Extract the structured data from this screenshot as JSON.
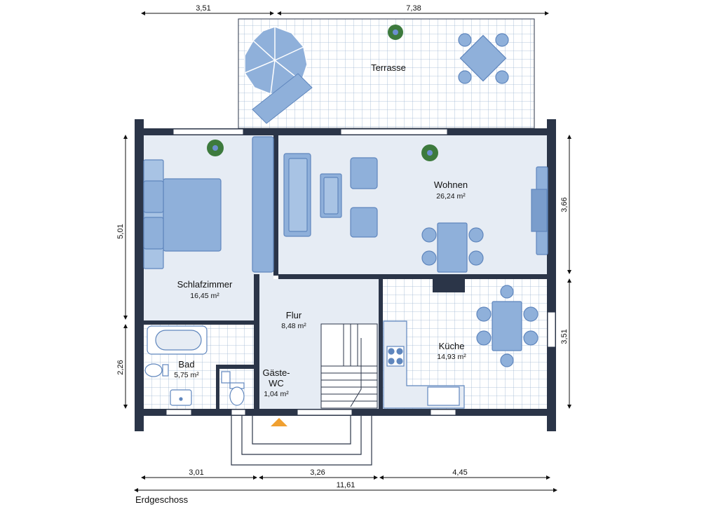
{
  "caption": "Erdgeschoss",
  "rooms": {
    "terrasse": {
      "name": "Terrasse"
    },
    "wohnen": {
      "name": "Wohnen",
      "area": "26,24 m²"
    },
    "schlafzimmer": {
      "name": "Schlafzimmer",
      "area": "16,45 m²"
    },
    "flur": {
      "name": "Flur",
      "area": "8,48 m²"
    },
    "kueche": {
      "name": "Küche",
      "area": "14,93 m²"
    },
    "bad": {
      "name": "Bad",
      "area": "5,75 m²"
    },
    "gaeste_wc": {
      "name_line1": "Gäste-",
      "name_line2": "WC",
      "area": "1,04 m²"
    }
  },
  "dimensions": {
    "top_left": "3,51",
    "top_right": "7,38",
    "left_upper": "5,01",
    "left_lower": "2,26",
    "right_upper": "3,66",
    "right_lower": "3,51",
    "bottom_left": "3,01",
    "bottom_middle": "3,26",
    "bottom_right": "4,45",
    "bottom_total": "11,61"
  },
  "colors": {
    "wall": "#2b3548",
    "floor": "#e6ecf4",
    "tile_line": "#9fb6d3",
    "furniture": "#8fb0da",
    "furniture_stroke": "#5f86bd",
    "entrance_arrow": "#f0a030"
  }
}
